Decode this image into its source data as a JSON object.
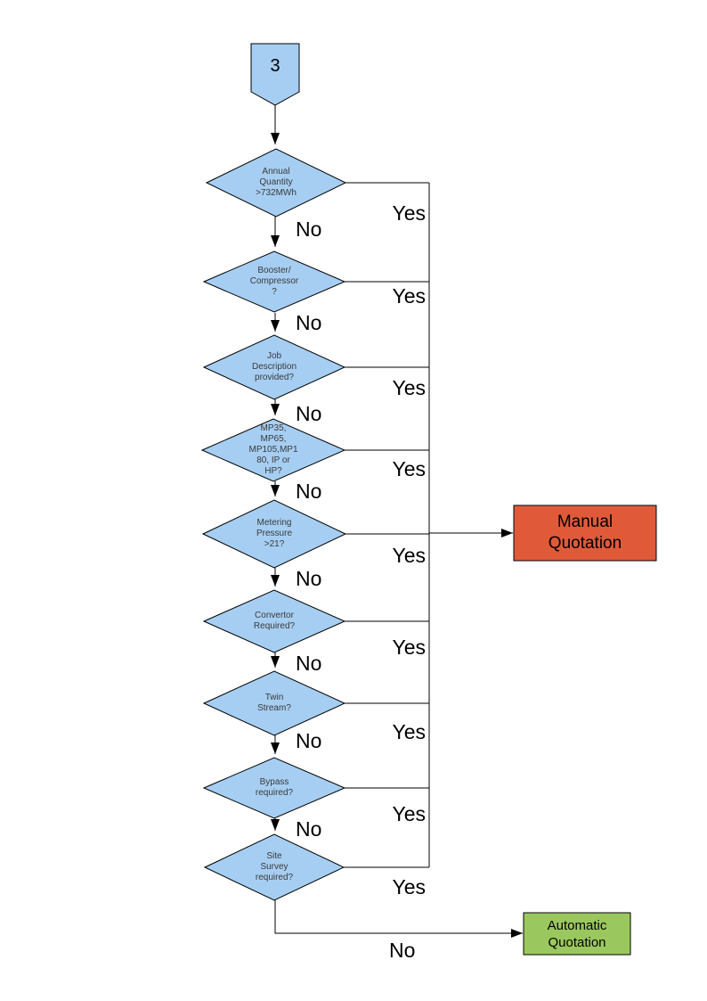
{
  "colors": {
    "shape_fill": "#A6CEF2",
    "manual_fill": "#E05A3A",
    "automatic_fill": "#9BC85E",
    "line": "#000000"
  },
  "connector": {
    "label": "3"
  },
  "decisions": [
    {
      "label": "Annual\nQuantity\n>732MWh",
      "yes": "Yes",
      "no": "No"
    },
    {
      "label": "Booster/\nCompressor\n?",
      "yes": "Yes",
      "no": "No"
    },
    {
      "label": "Job\nDescription\nprovided?",
      "yes": "Yes",
      "no": "No"
    },
    {
      "label": "MP35,\nMP65,\nMP105,MP1\n80, IP or\nHP?",
      "yes": "Yes",
      "no": "No"
    },
    {
      "label": "Metering\nPressure\n>21?",
      "yes": "Yes",
      "no": "No"
    },
    {
      "label": "Convertor\nRequired?",
      "yes": "Yes",
      "no": "No"
    },
    {
      "label": "Twin\nStream?",
      "yes": "Yes",
      "no": "No"
    },
    {
      "label": "Bypass\nrequired?",
      "yes": "Yes",
      "no": "No"
    },
    {
      "label": "Site\nSurvey\nrequired?",
      "yes": "Yes",
      "no": "No"
    }
  ],
  "outcomes": {
    "manual": "Manual\nQuotation",
    "automatic": "Automatic\nQuotation"
  }
}
